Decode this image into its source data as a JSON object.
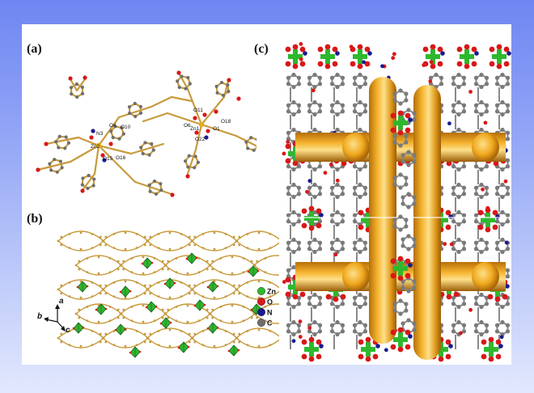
{
  "panels": {
    "a": {
      "label": "(a)"
    },
    "b": {
      "label": "(b)"
    },
    "c": {
      "label": "(c)"
    }
  },
  "atom_labels": [
    "N3",
    "O4",
    "O10",
    "O6",
    "O11",
    "Zn1",
    "O1",
    "O18",
    "O22",
    "Zn2",
    "O15",
    "O16"
  ],
  "legend": {
    "items": [
      {
        "label": "Zn",
        "color": "#2eb82e"
      },
      {
        "label": "O",
        "color": "#d81818"
      },
      {
        "label": "N",
        "color": "#1a1a8c"
      },
      {
        "label": "C",
        "color": "#6e6e6e"
      }
    ]
  },
  "axes": {
    "a": "a",
    "b": "b",
    "c": "c"
  },
  "colors": {
    "bond": "#c89a3c",
    "carbon": "#6e6e6e",
    "oxygen": "#d81818",
    "nitrogen": "#1a1a8c",
    "zinc_polyhedron": "#2eb82e",
    "channel": "#f0a81e"
  }
}
